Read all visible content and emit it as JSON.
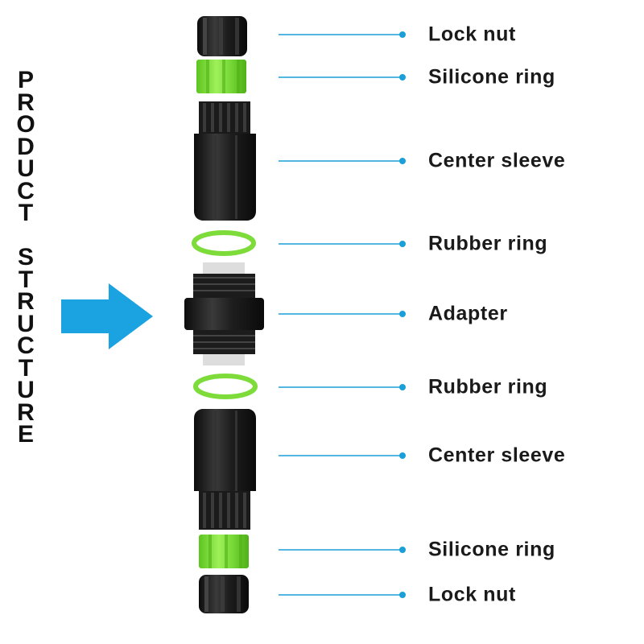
{
  "title_word_1": "PRODUCT",
  "title_word_2": "STRUCTURE",
  "colors": {
    "leader_line": "#1a9fd8",
    "arrow": "#1aa3e0",
    "black_part": "#1c1c1c",
    "green_part": "#7ddc3a",
    "label_text": "#1a1a1a"
  },
  "parts": [
    {
      "label": "Lock nut",
      "shape": "lock-nut"
    },
    {
      "label": "Silicone ring",
      "shape": "silicone-ring"
    },
    {
      "label": "Center sleeve",
      "shape": "center-sleeve"
    },
    {
      "label": "Rubber ring",
      "shape": "rubber-ring"
    },
    {
      "label": "Adapter",
      "shape": "adapter"
    },
    {
      "label": "Rubber ring",
      "shape": "rubber-ring"
    },
    {
      "label": "Center sleeve",
      "shape": "center-sleeve"
    },
    {
      "label": "Silicone ring",
      "shape": "silicone-ring"
    },
    {
      "label": "Lock nut",
      "shape": "lock-nut"
    }
  ]
}
